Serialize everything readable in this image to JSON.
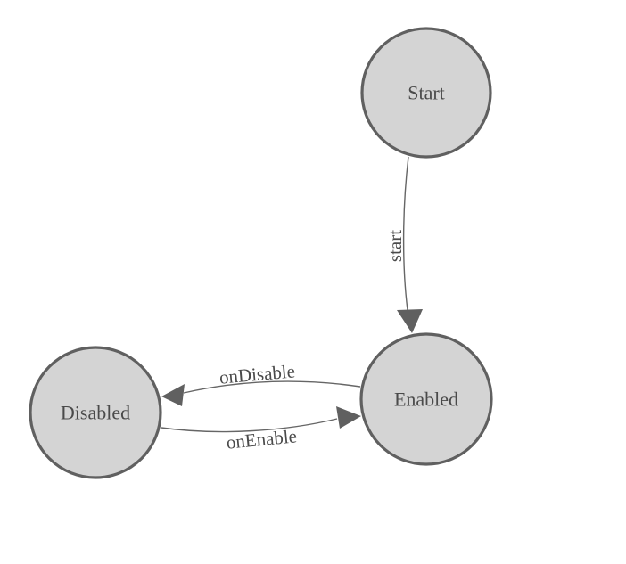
{
  "diagram": {
    "kind": "state-machine",
    "colors": {
      "background": "#ffffff",
      "node_fill": "#d4d4d4",
      "node_stroke": "#606060",
      "edge_stroke": "#666666",
      "arrow_fill": "#606060",
      "label_color": "#4a4a4a"
    },
    "nodes": [
      {
        "id": "start",
        "label": "Start"
      },
      {
        "id": "enabled",
        "label": "Enabled"
      },
      {
        "id": "disabled",
        "label": "Disabled"
      }
    ],
    "edges": [
      {
        "from": "start",
        "to": "enabled",
        "label": "start"
      },
      {
        "from": "enabled",
        "to": "disabled",
        "label": "onDisable"
      },
      {
        "from": "disabled",
        "to": "enabled",
        "label": "onEnable"
      }
    ]
  }
}
